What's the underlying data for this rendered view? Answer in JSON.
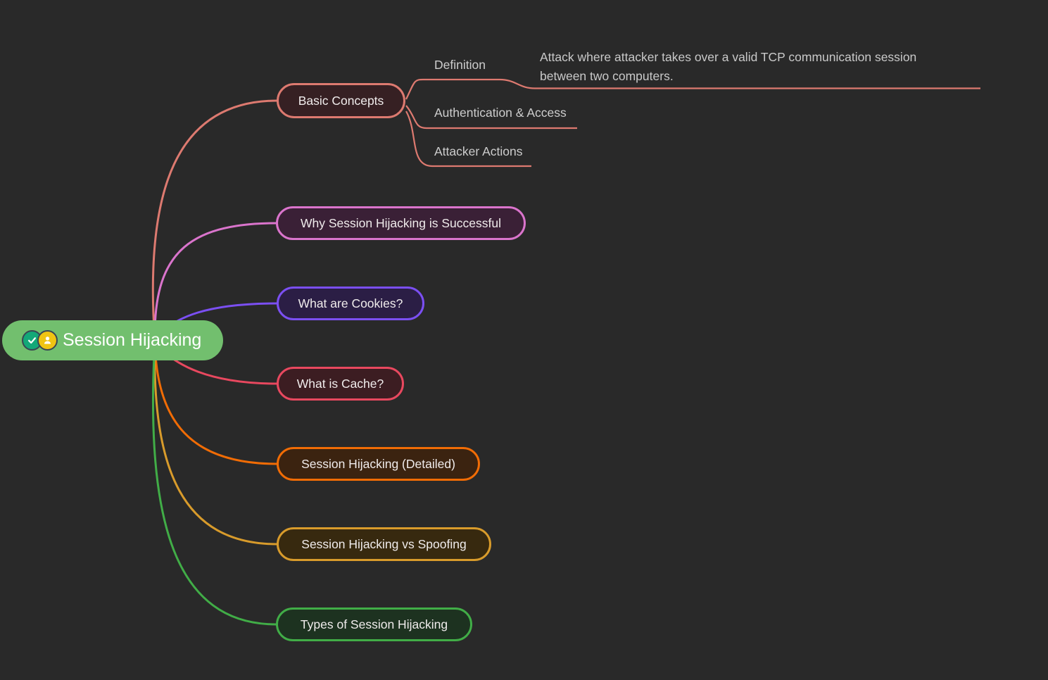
{
  "background": "#292929",
  "mindmap": {
    "root": {
      "label": "Session Hijacking",
      "fill": "#72bf6e",
      "text_color": "#ffffff",
      "badges": [
        {
          "icon": "check-icon",
          "color": "#13a878",
          "ring": "#3a4653"
        },
        {
          "icon": "person-icon",
          "color": "#f0c413",
          "ring": "#3a4653"
        }
      ]
    },
    "children": [
      {
        "label": "Basic Concepts",
        "border": "#dd7a70",
        "fill": "#362023",
        "children": [
          {
            "label": "Definition",
            "children": [
              {
                "label": "Attack where attacker takes over a valid TCP communication session between two computers."
              }
            ]
          },
          {
            "label": "Authentication & Access"
          },
          {
            "label": "Attacker Actions"
          }
        ]
      },
      {
        "label": "Why Session Hijacking is Successful",
        "border": "#da74cc",
        "fill": "#3a2036"
      },
      {
        "label": "What are Cookies?",
        "border": "#7b4ff2",
        "fill": "#2b1e45"
      },
      {
        "label": "What is Cache?",
        "border": "#e8485f",
        "fill": "#3c1d22"
      },
      {
        "label": "Session Hijacking (Detailed)",
        "border": "#f16c05",
        "fill": "#3b2310"
      },
      {
        "label": "Session Hijacking vs Spoofing",
        "border": "#d89b2b",
        "fill": "#37290f"
      },
      {
        "label": "Types of Session Hijacking",
        "border": "#41ad47",
        "fill": "#1d3220"
      }
    ]
  }
}
